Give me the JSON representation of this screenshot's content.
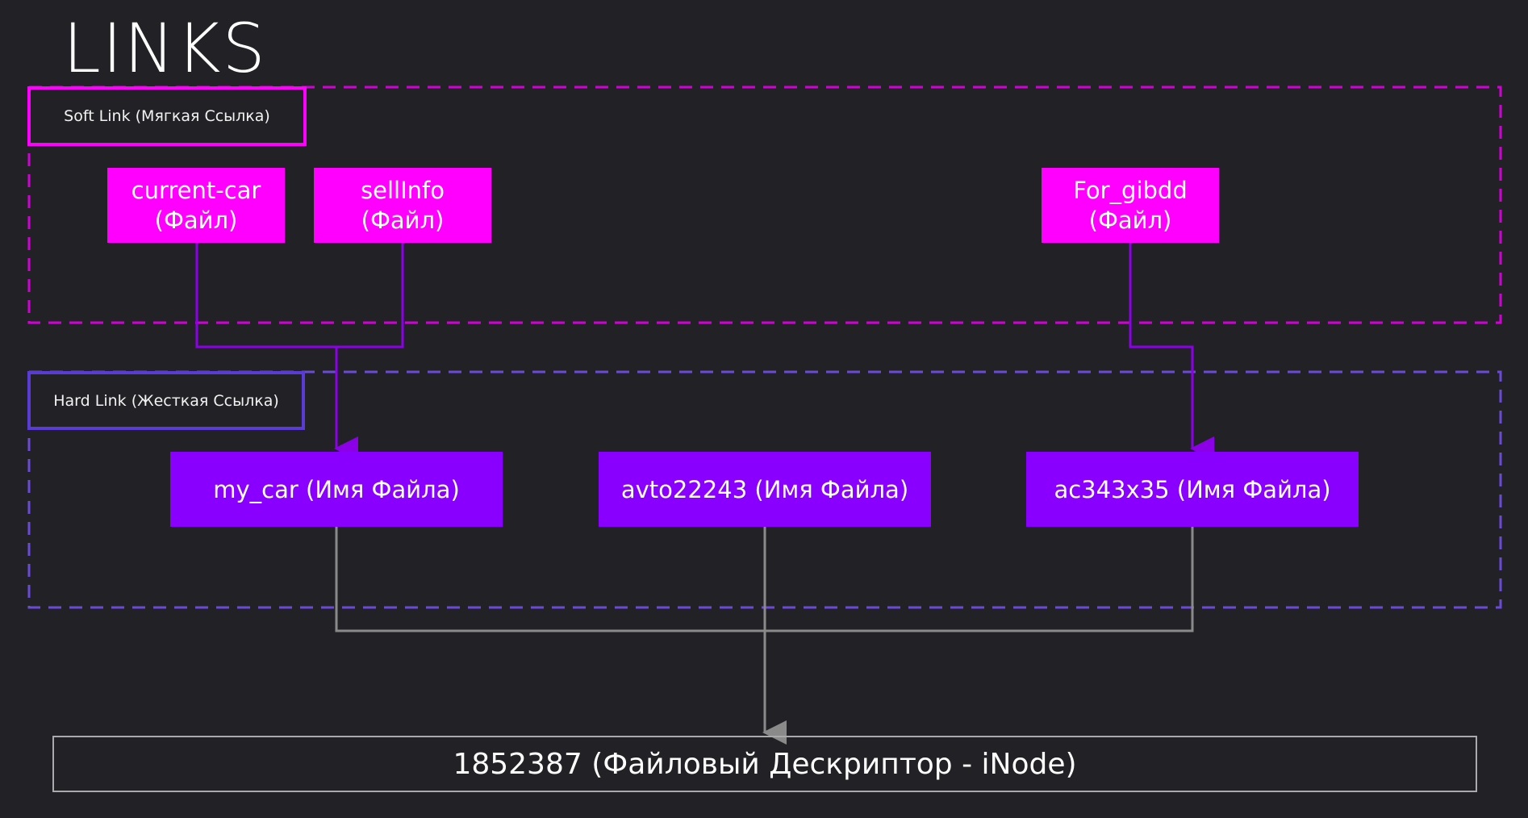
{
  "title": "LINKS",
  "groups": {
    "soft": {
      "label": "Soft Link (Мягкая Ссылка)",
      "color": "#ff00ff"
    },
    "hard": {
      "label": "Hard Link (Жесткая Ссылка)",
      "color": "#5b3bd6"
    }
  },
  "soft_links": [
    {
      "name": "current-car",
      "type": "(Файл)"
    },
    {
      "name": "sellInfo",
      "type": "(Файл)"
    },
    {
      "name": "For_gibdd",
      "type": "(Файл)"
    }
  ],
  "hard_links": [
    {
      "label": "my_car (Имя Файла)"
    },
    {
      "label": "avto22243 (Имя Файла)"
    },
    {
      "label": "ac343x35 (Имя Файла)"
    }
  ],
  "inode": {
    "label": "1852387 (Файловый Дескриптор - iNode)"
  },
  "colors": {
    "background": "#222226",
    "soft_fill": "#ff00ff",
    "hard_fill": "#8a00ff",
    "soft_connector": "#8b00e6",
    "hard_connector": "#8a8a8a",
    "hard_border": "#5b3bd6"
  }
}
